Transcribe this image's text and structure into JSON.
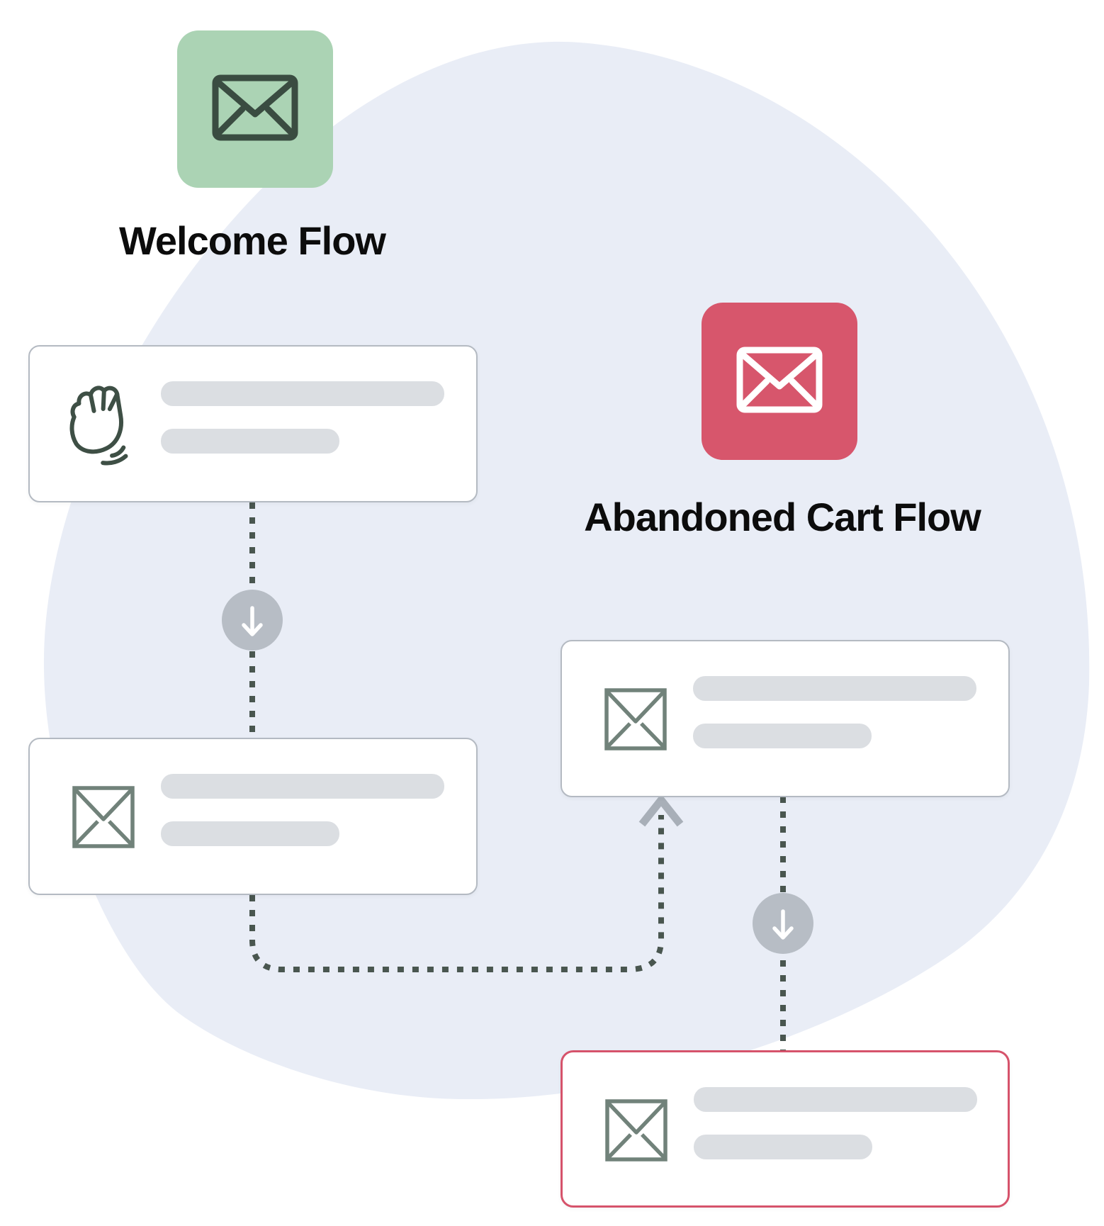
{
  "illustration": {
    "background_blob_color": "#e9edf6",
    "flows": [
      {
        "name": "Welcome Flow",
        "tile": {
          "icon": "envelope-icon",
          "bg_color": "#abd3b4",
          "icon_color": "#3a4c41"
        },
        "steps": [
          {
            "type": "message-card",
            "icon": "hand-wave-icon",
            "placeholder_lines": 2
          },
          {
            "type": "message-card",
            "icon": "envelope-outline-icon",
            "placeholder_lines": 2
          }
        ]
      },
      {
        "name": "Abandoned Cart Flow",
        "tile": {
          "icon": "envelope-icon",
          "bg_color": "#d7566c",
          "icon_color": "#ffffff"
        },
        "steps": [
          {
            "type": "message-card",
            "icon": "envelope-outline-icon",
            "placeholder_lines": 2
          },
          {
            "type": "message-card",
            "icon": "envelope-outline-icon",
            "placeholder_lines": 2,
            "highlighted": true,
            "highlight_color": "#d6536b"
          }
        ]
      }
    ],
    "connectors": {
      "dash_color": "#49564f",
      "arrow_circle_color": "#b7bdc5",
      "arrow_glyph_color": "#ffffff",
      "chevron_color": "#a8afb8"
    },
    "card_style": {
      "border_color": "#b4bac2",
      "placeholder_bar_color": "#dbdee2",
      "background": "#ffffff"
    }
  }
}
